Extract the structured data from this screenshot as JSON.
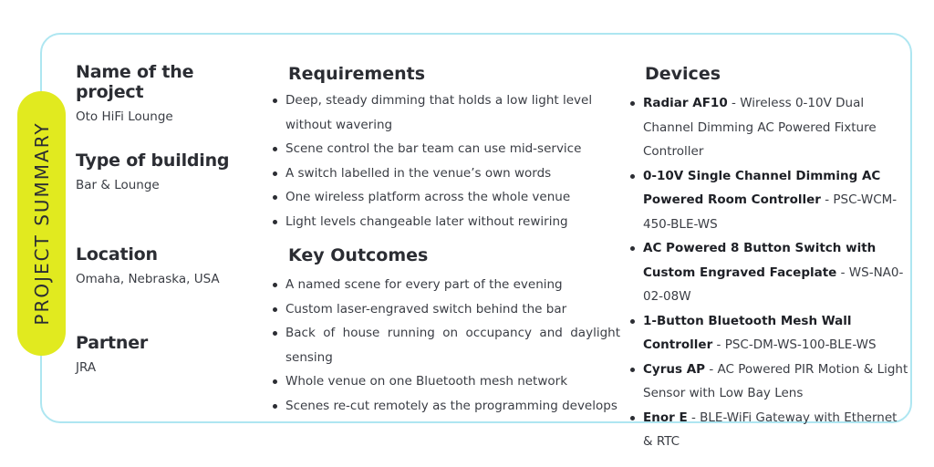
{
  "summary_tab": {
    "label": "PROJECT SUMMARY"
  },
  "info": [
    {
      "heading": "Name of the project",
      "value": "Oto HiFi Lounge"
    },
    {
      "heading": "Type of building",
      "value": "Bar & Lounge"
    },
    {
      "heading": "Location",
      "value": "Omaha, Nebraska, USA"
    },
    {
      "heading": "Partner",
      "value": "JRA"
    }
  ],
  "requirements": {
    "heading": "Requirements",
    "items": [
      "Deep, steady dimming that holds a low light level without wavering",
      "Scene control the bar team can use mid-service",
      "A switch labelled in the venue’s own words",
      "One wireless platform across the whole venue",
      "Light levels changeable later without rewiring"
    ]
  },
  "outcomes": {
    "heading": "Key Outcomes",
    "items": [
      "A named scene for every part of the evening",
      "Custom laser-engraved switch behind the bar",
      "Back of house running on occupancy and daylight sensing",
      "Whole venue on one Bluetooth mesh network",
      "Scenes re-cut remotely as the programming develops"
    ]
  },
  "devices": {
    "heading": "Devices",
    "items": [
      {
        "name": "Radiar AF10",
        "desc": " - Wireless 0-10V Dual Channel Dimming AC Powered Fixture Controller"
      },
      {
        "name": "0-10V Single Channel Dimming AC Powered Room Controller",
        "desc": " - PSC-WCM-450-BLE-WS"
      },
      {
        "name": "AC Powered 8 Button Switch with Custom Engraved Faceplate",
        "desc": " - WS-NA0-02-08W"
      },
      {
        "name": "1-Button Bluetooth Mesh Wall Controller",
        "desc": " - PSC-DM-WS-100-BLE-WS"
      },
      {
        "name": "Cyrus AP",
        "desc": " - AC Powered PIR Motion & Light Sensor with Low Bay Lens"
      },
      {
        "name": "Enor E",
        "desc": " - BLE-WiFi Gateway with Ethernet & RTC"
      }
    ]
  }
}
